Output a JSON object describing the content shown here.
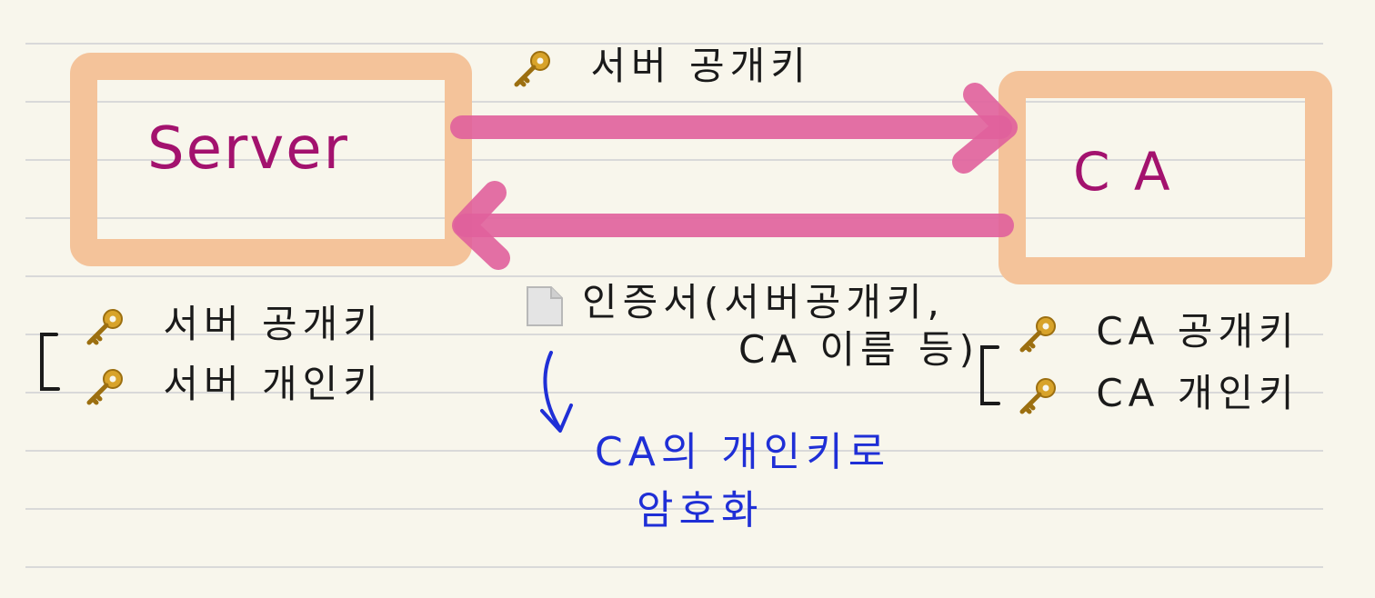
{
  "nodes": {
    "server": "Server",
    "ca": "C A"
  },
  "arrows": {
    "top_label": "서버 공개키",
    "bottom_label_line1": "인증서(서버공개키,",
    "bottom_label_line2": "CA 이름 등)"
  },
  "server_keys": {
    "public": "서버 공개키",
    "private": "서버 개인키"
  },
  "ca_keys": {
    "public": "CA 공개키",
    "private": "CA 개인키"
  },
  "note": {
    "line1": "CA의 개인키로",
    "line2": "암호화"
  },
  "colors": {
    "paper": "#f8f6ec",
    "ruled_line": "#d8d8d8",
    "box": "#f4c39a",
    "arrow": "#e0609c",
    "node_text": "#a3126e",
    "note_text": "#1f2fd6",
    "ink": "#1a1a1a"
  },
  "icons": [
    "key-icon",
    "document-icon",
    "bracket-icon",
    "down-arrow-icon"
  ]
}
